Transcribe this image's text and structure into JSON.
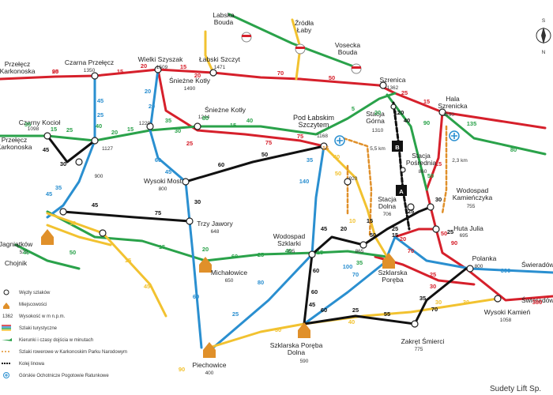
{
  "colors": {
    "red": "#d6202b",
    "blue": "#2a8fd0",
    "green": "#2aa24a",
    "yellow": "#f2c230",
    "black": "#111111",
    "orange": "#e0902a",
    "lightblue": "#3aa6dc"
  },
  "places": {
    "labska_bouda": "Labska\nBouda",
    "zrodla_laby": "Źródła\nŁaby",
    "vosecka_bouda": "Vosecka\nBouda",
    "przelecz_karkonoska": "Przełęcz\nKarkonoska",
    "czarna_przelecz": "Czarna Przełęcz",
    "czarna_przelecz_alt": "1350",
    "wielki_szyszak": "Wielki Szyszak",
    "wielki_szyszak_alt": "1509",
    "labski_szczyt": "Łabski Szczyt",
    "labski_szczyt_alt": "1471",
    "sniezne_kotly_top": "Śnieżne Kotły",
    "sniezne_kotly_top_alt": "1490",
    "szrenica": "Szrenica",
    "szrenica_alt": "1362",
    "hala_szrenicka": "Hala\nSzrenicka",
    "hala_szrenicka_alt": "1190",
    "czarny_kociol": "Czarny Kocioł",
    "czarny_kociol_alt": "1098",
    "przelecz_left": "Przełęcz\nKarkonoska",
    "node_1220": "1220",
    "node_1127": "1127",
    "sniezne_kotly": "Śnieżne Kotły",
    "sniezne_kotly_alt": "1244",
    "pod_labskim": "Pod Łabskim\nSzczytem",
    "pod_labskim_alt": "1168",
    "stacja_gorna": "Stacja\nGórna",
    "stacja_gorna_alt": "1310",
    "stacja_posrednia": "Stacja\nPośrednia",
    "stacja_posrednia_alt": "860",
    "stacja_dolna": "Stacja\nDolna",
    "stacja_dolna_alt": "706",
    "node_900": "900",
    "node_920": "920",
    "wysoki_most": "Wysoki Most",
    "wysoki_most_alt": "800",
    "trzy_jawory": "Trzy Jawory",
    "trzy_jawory_alt": "648",
    "wodospad_kam": "Wodospad\nKamieńczyka",
    "wodospad_kam_alt": "755",
    "huta_julia": "Huta Julia",
    "huta_julia_alt": "695",
    "wodospad_szklarki": "Wodospad\nSzklarki",
    "wodospad_szklarki_alt": "495",
    "node_865": "865",
    "szklarska_poreba": "Szklarska\nPoręba",
    "polanka": "Polanka",
    "polanka_alt": "800",
    "swieradow1": "Świeradów",
    "swieradow2": "Świeradów",
    "jagniatkow": "Jagniątków",
    "jagniatkow_alt": "520",
    "chojnik": "Chojnik",
    "michalowice": "Michałowice",
    "michalowice_alt": "650",
    "wysoki_kamien": "Wysoki Kamień",
    "wysoki_kamien_alt": "1058",
    "piechowice": "Piechowice",
    "piechowice_alt": "400",
    "szp_dolna": "Szklarska Poręba\nDolna",
    "szp_dolna_alt": "590",
    "zakret": "Zakręt Śmierci",
    "zakret_alt": "775",
    "dist1": "5,5 km",
    "dist2": "2,3 km",
    "cable_b": "B",
    "cable_a": "A"
  },
  "compass": {
    "north": "N",
    "south": "S"
  },
  "legend": [
    {
      "text": "Węzły szlaków"
    },
    {
      "text": "Miejscowości"
    },
    {
      "text": "Wysokość w m n.p.m."
    },
    {
      "text": "Szlaki turystyczne"
    },
    {
      "text": "Kierunki i czasy dojścia w minutach"
    },
    {
      "text": "Szlaki rowerowe w Karkonoskim Parku Narodowym"
    },
    {
      "text": "Kolej linowa"
    },
    {
      "text": "Górskie Ochotnicze Pogotowie Ratunkowe"
    }
  ],
  "legend_alt_sample": "1362",
  "credit": "Sudety Lift Sp.",
  "times": [
    "90",
    "15",
    "20",
    "15",
    "20",
    "70",
    "50",
    "25",
    "15",
    "45",
    "25",
    "20",
    "20",
    "35",
    "80",
    "40",
    "45",
    "30",
    "40",
    "25",
    "15",
    "20",
    "15",
    "35",
    "30",
    "15",
    "25",
    "75",
    "75",
    "15",
    "5",
    "20",
    "90",
    "80",
    "135",
    "120",
    "40",
    "60",
    "50",
    "45",
    "60",
    "30",
    "45",
    "75",
    "140",
    "35",
    "40",
    "50",
    "10",
    "15",
    "25",
    "20",
    "25",
    "15",
    "50",
    "15",
    "45",
    "35",
    "30",
    "50",
    "40",
    "15",
    "15",
    "20",
    "60",
    "25",
    "40",
    "15",
    "100",
    "70",
    "60",
    "45",
    "20",
    "50",
    "300",
    "90",
    "380",
    "25",
    "30",
    "70",
    "60",
    "60",
    "25",
    "80",
    "50",
    "25",
    "45",
    "90",
    "25",
    "55",
    "40",
    "30",
    "30",
    "35",
    "35",
    "45",
    "60",
    "30",
    "70",
    "30",
    "25"
  ]
}
